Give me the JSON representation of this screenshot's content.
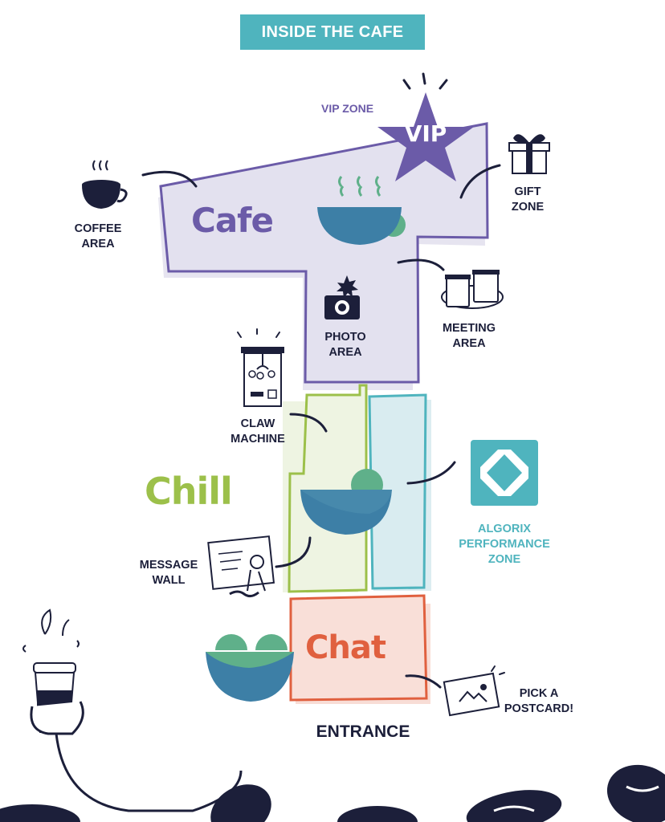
{
  "title": "INSIDE THE CAFE",
  "zones": {
    "cafe": "Cafe",
    "chill": "Chill",
    "chat": "Chat",
    "vip_badge": "VIP",
    "vip_zone": "VIP ZONE"
  },
  "labels": {
    "coffee_area": "COFFEE\nAREA",
    "gift_zone": "GIFT\nZONE",
    "photo_area": "PHOTO\nAREA",
    "meeting_area": "MEETING\nAREA",
    "claw_machine": "CLAW\nMACHINE",
    "message_wall": "MESSAGE\nWALL",
    "algorix": "ALGORIX\nPERFORMANCE\nZONE",
    "postcard": "PICK A\nPOSTCARD!",
    "entrance": "ENTRANCE"
  },
  "colors": {
    "banner": "#4fb4be",
    "cafe_text": "#6b5ba8",
    "chill_text": "#9cc04a",
    "chat_text": "#e0603f",
    "navy": "#1c1f3a",
    "bowl_green": "#5fb08a",
    "bowl_blue": "#3d7fa6"
  },
  "icons": [
    "coffee-cup-icon",
    "gift-icon",
    "camera-icon",
    "cup-carrier-icon",
    "claw-machine-icon",
    "message-wall-icon",
    "algorix-logo-icon",
    "postcard-icon",
    "takeaway-cup-icon"
  ]
}
